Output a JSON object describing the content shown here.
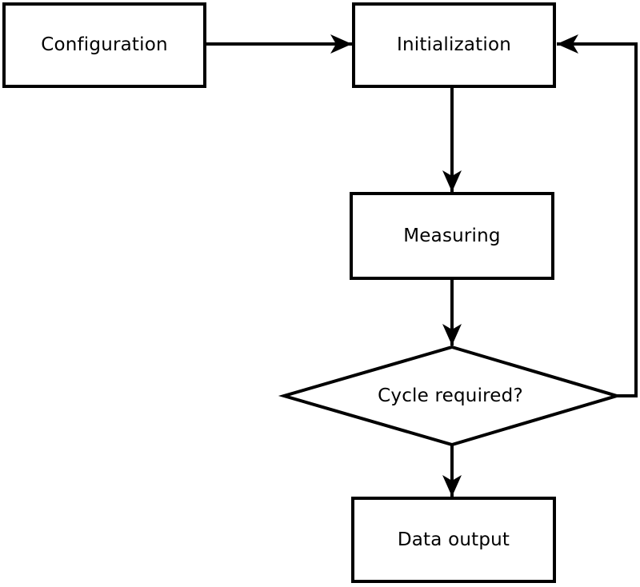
{
  "diagram": {
    "type": "flowchart",
    "background_color": "#ffffff",
    "stroke_color": "#000000",
    "node_fill_color": "#ffffff",
    "text_color": "#000000",
    "nodes": [
      {
        "id": "configuration",
        "label": "Configuration",
        "shape": "rectangle"
      },
      {
        "id": "initialization",
        "label": "Initialization",
        "shape": "rectangle"
      },
      {
        "id": "measuring",
        "label": "Measuring",
        "shape": "rectangle"
      },
      {
        "id": "cycle-required",
        "label": "Cycle required?",
        "shape": "diamond"
      },
      {
        "id": "data-output",
        "label": "Data output",
        "shape": "rectangle"
      }
    ],
    "edges": [
      {
        "from": "configuration",
        "to": "initialization",
        "style": "arrow"
      },
      {
        "from": "initialization",
        "to": "measuring",
        "style": "arrow"
      },
      {
        "from": "measuring",
        "to": "cycle-required",
        "style": "arrow"
      },
      {
        "from": "cycle-required",
        "to": "data-output",
        "style": "arrow"
      },
      {
        "from": "cycle-required",
        "to": "initialization",
        "style": "arrow",
        "route": "right-side-loop"
      }
    ]
  }
}
